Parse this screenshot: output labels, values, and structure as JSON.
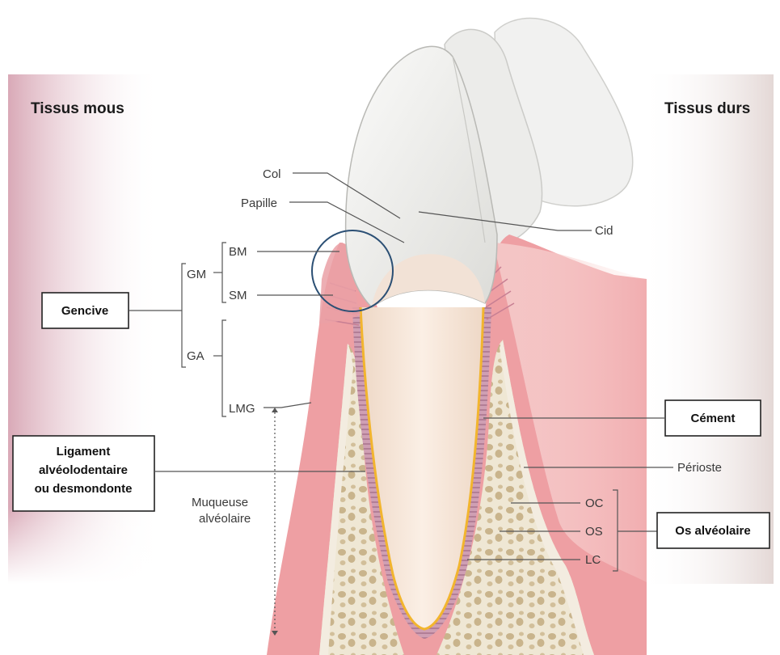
{
  "headers": {
    "soft_tissue": "Tissus mous",
    "hard_tissue": "Tissus durs"
  },
  "labels": {
    "col": "Col",
    "papille": "Papille",
    "cid": "Cid",
    "bm": "BM",
    "gm": "GM",
    "sm": "SM",
    "ga": "GA",
    "lmg": "LMG",
    "muqueuse_line1": "Muqueuse",
    "muqueuse_line2": "alvéolaire",
    "perioste": "Périoste",
    "oc": "OC",
    "os": "OS",
    "lc": "LC"
  },
  "boxes": {
    "gencive": "Gencive",
    "ligament_line1": "Ligament",
    "ligament_line2": "alvéolodentaire",
    "ligament_line3": "ou desmondonte",
    "cement": "Cément",
    "os_alveolaire": "Os alvéolaire"
  },
  "colors": {
    "soft_panel": "#d9a9b7",
    "hard_panel": "#e4d8d6",
    "gingiva": "#e9a1a5",
    "bone": "#efe7d4",
    "enamel": "#efefed",
    "cementum_line": "#f2b52e",
    "ligament": "#b7869e",
    "circle": "#2b4f74"
  }
}
